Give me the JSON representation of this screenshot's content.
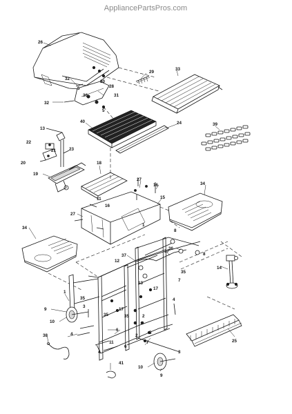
{
  "watermark": "AppliancePartsPros.com",
  "callouts": {
    "c26": "26",
    "c32a": "32",
    "c30": "30",
    "c28": "28",
    "c31": "31",
    "c5a": "5",
    "c32b": "32",
    "c5b": "5",
    "c29": "29",
    "c33": "33",
    "c13": "13",
    "c22": "22",
    "c21": "21",
    "c23": "23",
    "c20": "20",
    "c19": "19",
    "c40": "40",
    "c24": "24",
    "c39": "39",
    "c18": "18",
    "c27a": "27",
    "c16a": "16",
    "c11a": "11",
    "c16b": "16",
    "c15": "15",
    "c27b": "27",
    "c34a": "34",
    "c34b": "34",
    "c8a": "8",
    "c36a": "36",
    "c37a": "37",
    "c12": "12",
    "c37b": "37",
    "c8b": "8",
    "c35a": "35",
    "c36b": "36",
    "c13b": "13",
    "c17a": "17",
    "c7a": "7",
    "c14": "14",
    "c1a": "1",
    "c35b": "35",
    "c3a": "3",
    "c4a": "4",
    "c9a": "9",
    "c17b": "17",
    "c2a": "2",
    "c10a": "10",
    "c35c": "35",
    "c35d": "35",
    "c6a": "6",
    "c2b": "2",
    "c4b": "4",
    "c5c": "5",
    "c7b": "7",
    "c11b": "11",
    "c38": "38",
    "c4c": "4",
    "c6b": "6",
    "c25": "25",
    "c3b": "3",
    "c41": "41",
    "c10b": "10",
    "c9b": "9",
    "c1b": "1"
  }
}
